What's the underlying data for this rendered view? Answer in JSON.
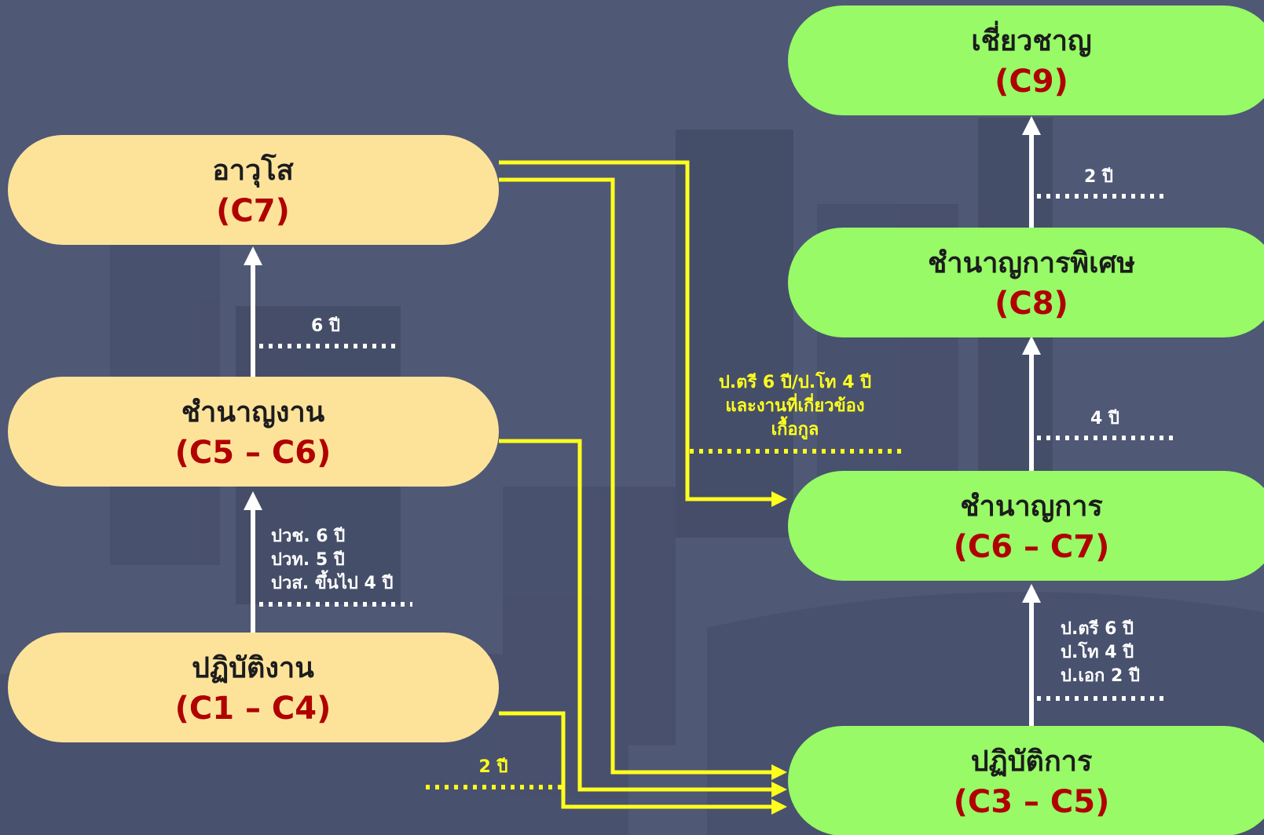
{
  "colors": {
    "background": "#4f5875",
    "support_node_fill": "#fde39a",
    "academic_node_fill": "#97fa66",
    "code_text": "#b00000",
    "cross_arrow": "#ffff1e",
    "up_arrow": "#ffffff"
  },
  "support_track": {
    "c7": {
      "title": "อาวุโส",
      "code": "(C7)"
    },
    "c5_c6": {
      "title": "ชำนาญงาน",
      "code": "(C5 – C6)"
    },
    "c1_c4": {
      "title": "ปฏิบัติงาน",
      "code": "(C1 – C4)"
    }
  },
  "academic_track": {
    "c9": {
      "title": "เชี่ยวชาญ",
      "code": "(C9)"
    },
    "c8": {
      "title": "ชำนาญการพิเศษ",
      "code": "(C8)"
    },
    "c6_c7": {
      "title": "ชำนาญการ",
      "code": "(C6 – C7)"
    },
    "c3_c5": {
      "title": "ปฏิบัติการ",
      "code": "(C3 – C5)"
    }
  },
  "requirements": {
    "c5c6_to_c7": "6 ปี",
    "c1c4_to_c5c6": [
      "ปวช. 6 ปี",
      "ปวท. 5 ปี",
      "ปวส. ขึ้นไป 4 ปี"
    ],
    "c1c4_to_c3c5": "2 ปี",
    "c7_to_c6c7": [
      "ป.ตรี 6 ปี/ป.โท 4 ปี",
      "และงานที่เกี่ยวข้อง",
      "เกื้อกูล"
    ],
    "c8_to_c9": "2 ปี",
    "c6c7_to_c8": "4 ปี",
    "c3c5_to_c6c7": [
      "ป.ตรี 6 ปี",
      "ป.โท 4 ปี",
      "ป.เอก 2 ปี"
    ]
  },
  "icons": {
    "white_arrow": "arrow-up-icon",
    "yellow_arrow": "arrow-right-icon"
  }
}
